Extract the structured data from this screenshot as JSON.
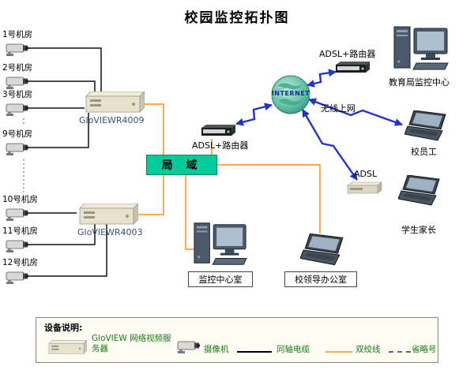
{
  "title": "校园监控拓扑图",
  "rooms_top": [
    "1号机房",
    "2号机房",
    "3号机房",
    "9号机房"
  ],
  "rooms_bottom": [
    "10号机房",
    "11号机房",
    "12号机房"
  ],
  "servers": {
    "top": "GloVIEWR4009",
    "bottom": "GloVIEWR4003"
  },
  "lan": "局 域",
  "router_mid": "ADSL+路由器",
  "router_top": "ADSL+路由器",
  "internet": "INTERNET",
  "wireless": "无线上网",
  "adsl": "ADSL",
  "edu_center": "教育局监控中心",
  "staff": "校员工",
  "parents": "学生家长",
  "monitor_room": "监控中心室",
  "leader_office": "校领导办公室",
  "legend": {
    "title": "设备说明:",
    "server": "GloVIEW 网络视频服务器",
    "camera": "摄像机",
    "coaxial": "同轴电缆",
    "twisted": "双绞线",
    "ellipsis": "省略号"
  },
  "colors": {
    "lan_fill": "#00cc99",
    "twisted_pair": "#ffa94d",
    "coaxial": "#000000",
    "link": "#2233cc",
    "legend_text": "#1a7a1a"
  }
}
